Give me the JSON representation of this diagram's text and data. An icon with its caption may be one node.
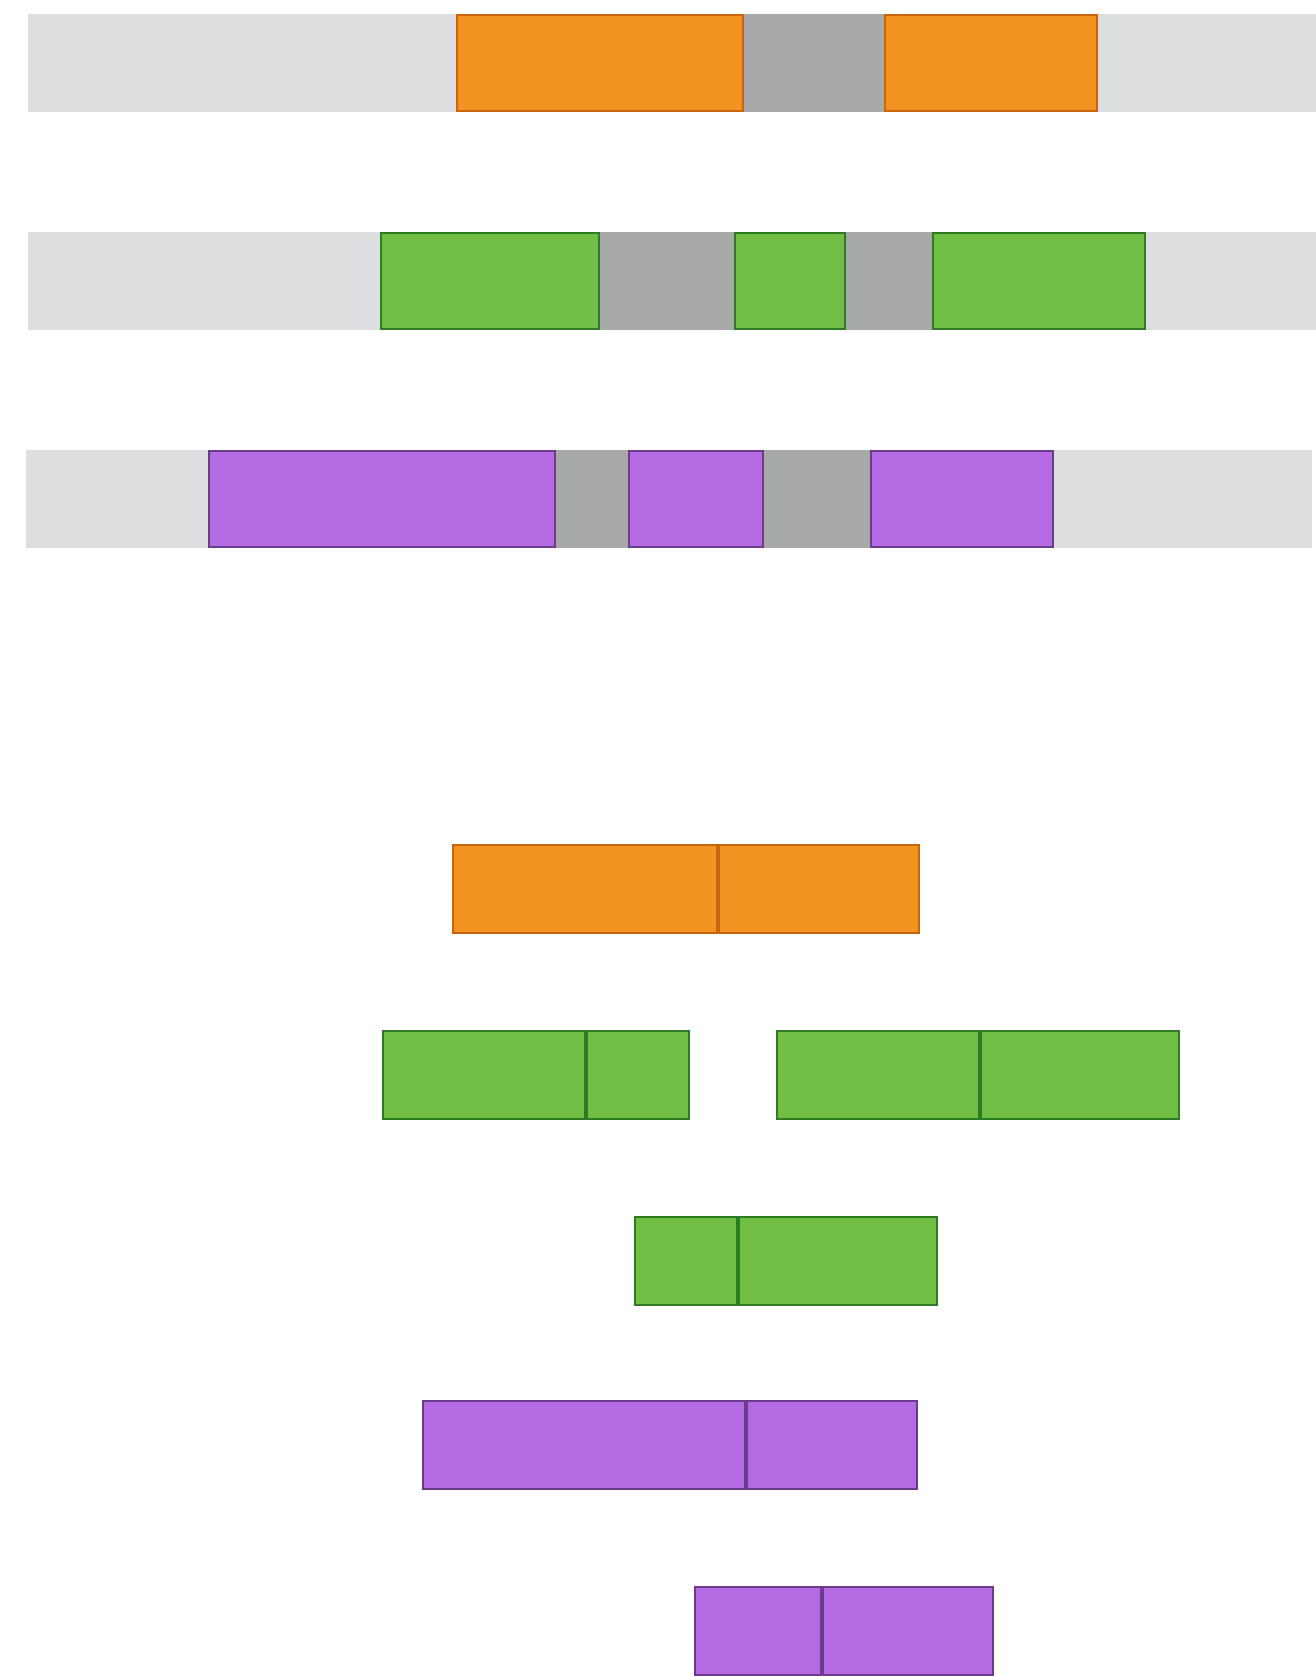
{
  "diagram": {
    "nodes": [
      {
        "text": [],
        "shape": "bar"
      },
      {
        "text": [],
        "shape": "box",
        "in": 0
      },
      {
        "text": [],
        "shape": "bar",
        "in": 0
      },
      {
        "text": [],
        "shape": "box",
        "in": 0
      },
      {
        "text": [],
        "shape": "bar"
      },
      {
        "text": [],
        "shape": "box",
        "in": 4
      },
      {
        "text": [],
        "shape": "bar",
        "in": 4
      },
      {
        "text": [],
        "shape": "box",
        "in": 4
      },
      {
        "text": [],
        "shape": "bar",
        "in": 4
      },
      {
        "text": [],
        "shape": "box",
        "in": 4
      },
      {
        "text": [],
        "shape": "bar"
      },
      {
        "text": [],
        "shape": "box",
        "in": 10
      },
      {
        "text": [],
        "shape": "bar",
        "in": 10
      },
      {
        "text": [],
        "shape": "box",
        "in": 10
      },
      {
        "text": [],
        "shape": "bar",
        "in": 10
      },
      {
        "text": [],
        "shape": "box",
        "in": 10
      },
      {
        "text": [],
        "shape": "box"
      },
      {
        "text": [],
        "shape": "box"
      },
      {
        "text": [],
        "shape": "box"
      },
      {
        "text": [],
        "shape": "box"
      },
      {
        "text": [],
        "shape": "box"
      },
      {
        "text": [],
        "shape": "box"
      },
      {
        "text": [],
        "shape": "box"
      },
      {
        "text": [],
        "shape": "box"
      },
      {
        "text": [],
        "shape": "box"
      },
      {
        "text": [],
        "shape": "box"
      },
      {
        "text": [],
        "shape": "box"
      },
      {
        "text": [],
        "shape": "box"
      }
    ]
  }
}
